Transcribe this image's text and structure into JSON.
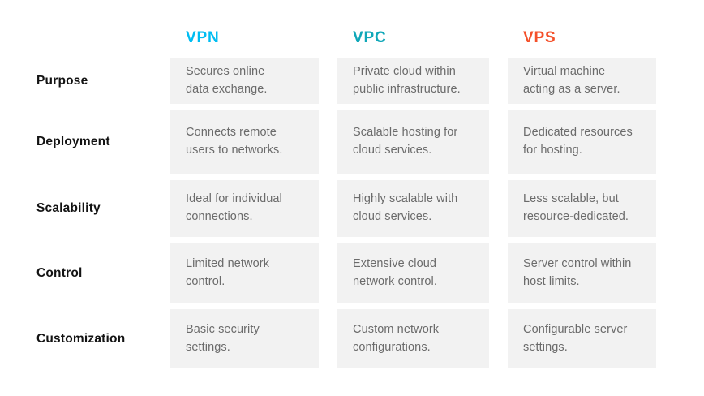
{
  "theme": {
    "page_bg": "#ffffff",
    "cell_bg": "#f2f2f2",
    "cell_text": "#6b6b6b",
    "row_label_color": "#131313"
  },
  "table": {
    "columns": [
      {
        "label": "VPN",
        "color": "#00bdf2"
      },
      {
        "label": "VPC",
        "color": "#0fa7b8"
      },
      {
        "label": "VPS",
        "color": "#f4502a"
      }
    ],
    "rows": [
      {
        "label": "Purpose",
        "cells": [
          "Secures online\ndata exchange.",
          "Private cloud within\npublic infrastructure.",
          "Virtual machine\nacting as a server."
        ]
      },
      {
        "label": "Deployment",
        "cells": [
          "Connects remote\nusers to networks.",
          "Scalable hosting for\ncloud services.",
          "Dedicated resources\nfor hosting."
        ]
      },
      {
        "label": "Scalability",
        "cells": [
          "Ideal for individual\nconnections.",
          "Highly scalable with\ncloud services.",
          "Less scalable, but\nresource-dedicated."
        ]
      },
      {
        "label": "Control",
        "cells": [
          "Limited network\ncontrol.",
          "Extensive cloud\nnetwork control.",
          "Server control within\nhost limits."
        ]
      },
      {
        "label": "Customization",
        "cells": [
          "Basic security\nsettings.",
          "Custom network\nconfigurations.",
          "Configurable server\nsettings."
        ]
      }
    ]
  },
  "chart_data": {
    "type": "table",
    "title": "",
    "columns": [
      "",
      "VPN",
      "VPC",
      "VPS"
    ],
    "rows": [
      [
        "Purpose",
        "Secures online data exchange.",
        "Private cloud within public infrastructure.",
        "Virtual machine acting as a server."
      ],
      [
        "Deployment",
        "Connects remote users to networks.",
        "Scalable hosting for cloud services.",
        "Dedicated resources for hosting."
      ],
      [
        "Scalability",
        "Ideal for individual connections.",
        "Highly scalable with cloud services.",
        "Less scalable, but resource-dedicated."
      ],
      [
        "Control",
        "Limited network control.",
        "Extensive cloud network control.",
        "Server control within host limits."
      ],
      [
        "Customization",
        "Basic security settings.",
        "Custom network configurations.",
        "Configurable server settings."
      ]
    ],
    "layout_hints": {
      "header_colors": [
        "#00bdf2",
        "#0fa7b8",
        "#f4502a"
      ],
      "cell_background": "#f2f2f2",
      "grid": "off",
      "legend": "none"
    }
  }
}
